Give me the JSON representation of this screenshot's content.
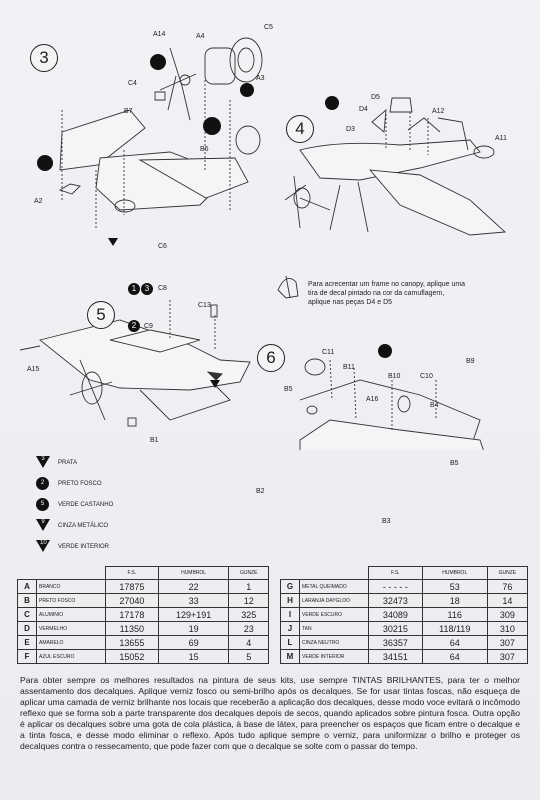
{
  "steps": {
    "s3": {
      "num": "3",
      "parts": {
        "a14": "A14",
        "a4": "A4",
        "c5": "C5",
        "c4": "C4",
        "a3": "A3",
        "b7": "B7",
        "b6": "B6",
        "a2": "A2",
        "c6": "C6"
      }
    },
    "s4": {
      "num": "4",
      "parts": {
        "d5": "D5",
        "d4": "D4",
        "d3": "D3",
        "a12": "A12",
        "a11": "A11"
      }
    },
    "s5": {
      "num": "5",
      "parts": {
        "c8": "C8",
        "c9": "C9",
        "c13": "C13",
        "a15": "A15",
        "b1": "B1"
      },
      "callouts": [
        "1",
        "3",
        "2"
      ]
    },
    "s6": {
      "num": "6",
      "parts": {
        "c11": "C11",
        "b11": "B11",
        "b10": "B10",
        "c10": "C10",
        "b9": "B9",
        "b5a": "B5",
        "a16": "A16",
        "b4": "B4",
        "b5b": "B5",
        "b2": "B2",
        "b3": "B3"
      }
    }
  },
  "canopy_note": "Para acrecentar um frame no canopy, aplique uma tira de decal pintado na cor da camuflagem, aplique nas peças D4 e D5",
  "color_icons": [
    {
      "n": "3",
      "shape": "triangle",
      "label": "PRATA"
    },
    {
      "n": "2",
      "shape": "circle",
      "label": "PRETO FOSCO"
    },
    {
      "n": "5",
      "shape": "circle",
      "label": "VERDE CASTANHO"
    },
    {
      "n": "9",
      "shape": "triangle",
      "label": "CINZA METÁLICO"
    },
    {
      "n": "10",
      "shape": "triangle",
      "label": "VERDE INTERIOR"
    }
  ],
  "paint_table": {
    "headers": [
      "F.S.",
      "HUMBROL",
      "GUNZE"
    ],
    "left": [
      {
        "code": "A",
        "name": "BRANCO",
        "fs": "17875",
        "humbrol": "22",
        "gunze": "1"
      },
      {
        "code": "B",
        "name": "PRETO FOSCO",
        "fs": "27040",
        "humbrol": "33",
        "gunze": "12"
      },
      {
        "code": "C",
        "name": "ALUMINIO",
        "fs": "17178",
        "humbrol": "129+191",
        "gunze": "325"
      },
      {
        "code": "D",
        "name": "VERMELHO",
        "fs": "11350",
        "humbrol": "19",
        "gunze": "23"
      },
      {
        "code": "E",
        "name": "AMARELO",
        "fs": "13655",
        "humbrol": "69",
        "gunze": "4"
      },
      {
        "code": "F",
        "name": "AZUL ESCURO",
        "fs": "15052",
        "humbrol": "15",
        "gunze": "5"
      }
    ],
    "right": [
      {
        "code": "G",
        "name": "METAL QUEIMADO",
        "fs": "- - - - -",
        "humbrol": "53",
        "gunze": "76"
      },
      {
        "code": "H",
        "name": "LARANJA DAYGLOO",
        "fs": "32473",
        "humbrol": "18",
        "gunze": "14"
      },
      {
        "code": "I",
        "name": "VERDE ESCURO",
        "fs": "34089",
        "humbrol": "116",
        "gunze": "309"
      },
      {
        "code": "J",
        "name": "TAN",
        "fs": "30215",
        "humbrol": "118/119",
        "gunze": "310"
      },
      {
        "code": "L",
        "name": "CINZA NEUTRO",
        "fs": "36357",
        "humbrol": "64",
        "gunze": "307"
      },
      {
        "code": "M",
        "name": "VERDE INTERIOR",
        "fs": "34151",
        "humbrol": "64",
        "gunze": "307"
      }
    ]
  },
  "instructions": "Para obter sempre os melhores resultados na pintura de seus kits, use sempre TINTAS BRILHANTES, para ter o melhor assentamento dos decalques. Aplique verniz fosco ou semi-brilho após os decalques. Se for usar tintas foscas, não esqueça de aplicar uma camada de verniz brilhante nos locais que receberão a aplicação dos decalques, desse modo voce evitará o incômodo reflexo que se forma sob a parte transparente dos decalques depois de secos, quando aplicados sobre pintura fosca. Outra opção é aplicar os decalques sobre uma gota de cola plástica, à base de látex, para preencher os espaços que ficam entre o decalque e a tinta fosca, e desse modo eliminar o reflexo. Após tudo aplique sempre o verniz, para uniformizar o brilho e proteger os decalques contra o ressecamento, que pode fazer com que o decalque se solte com o passar do tempo."
}
